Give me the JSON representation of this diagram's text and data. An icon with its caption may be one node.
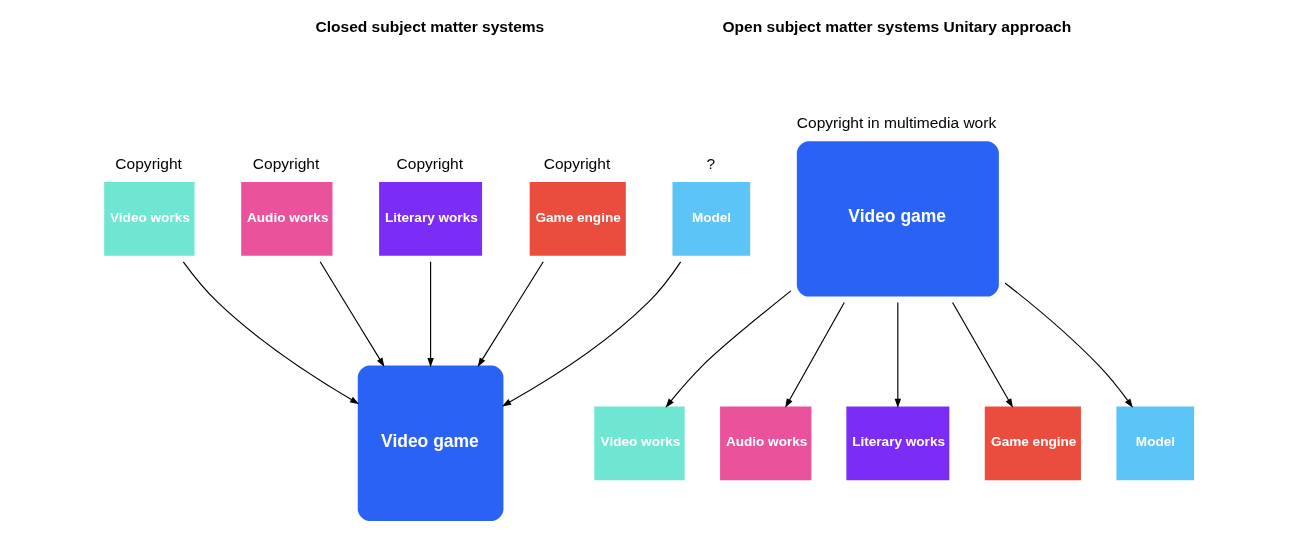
{
  "diagram": {
    "nodes": [
      {
        "text": [
          "Copyright",
          "Video works"
        ]
      },
      {
        "text": [
          "Copyright",
          "Audio works"
        ]
      },
      {
        "text": [
          "Copyright",
          "Literary works"
        ]
      },
      {
        "text": [
          "Copyright",
          "Game engine"
        ]
      },
      {
        "text": [
          "?",
          "Model"
        ]
      },
      {
        "text": [
          "Video game"
        ]
      },
      {
        "text": [
          "Copyright in multimedia work",
          "Video game"
        ]
      },
      {
        "text": [
          "Video works"
        ]
      },
      {
        "text": [
          "Audio works"
        ]
      },
      {
        "text": [
          "Literary works"
        ]
      },
      {
        "text": [
          "Game engine"
        ]
      },
      {
        "text": [
          "Model"
        ]
      }
    ],
    "edges": [
      {
        "from": 0,
        "to": 5,
        "arrow": "to"
      },
      {
        "from": 1,
        "to": 5,
        "arrow": "to"
      },
      {
        "from": 2,
        "to": 5,
        "arrow": "to"
      },
      {
        "from": 3,
        "to": 5,
        "arrow": "to"
      },
      {
        "from": 4,
        "to": 5,
        "arrow": "to"
      },
      {
        "from": 6,
        "to": 7,
        "arrow": "to"
      },
      {
        "from": 6,
        "to": 8,
        "arrow": "to"
      },
      {
        "from": 6,
        "to": 9,
        "arrow": "to"
      },
      {
        "from": 6,
        "to": 10,
        "arrow": "to"
      },
      {
        "from": 6,
        "to": 11,
        "arrow": "to"
      }
    ],
    "labels": [
      "Closed subject matter systems",
      "Open subject matter systems Unitary approach"
    ]
  }
}
